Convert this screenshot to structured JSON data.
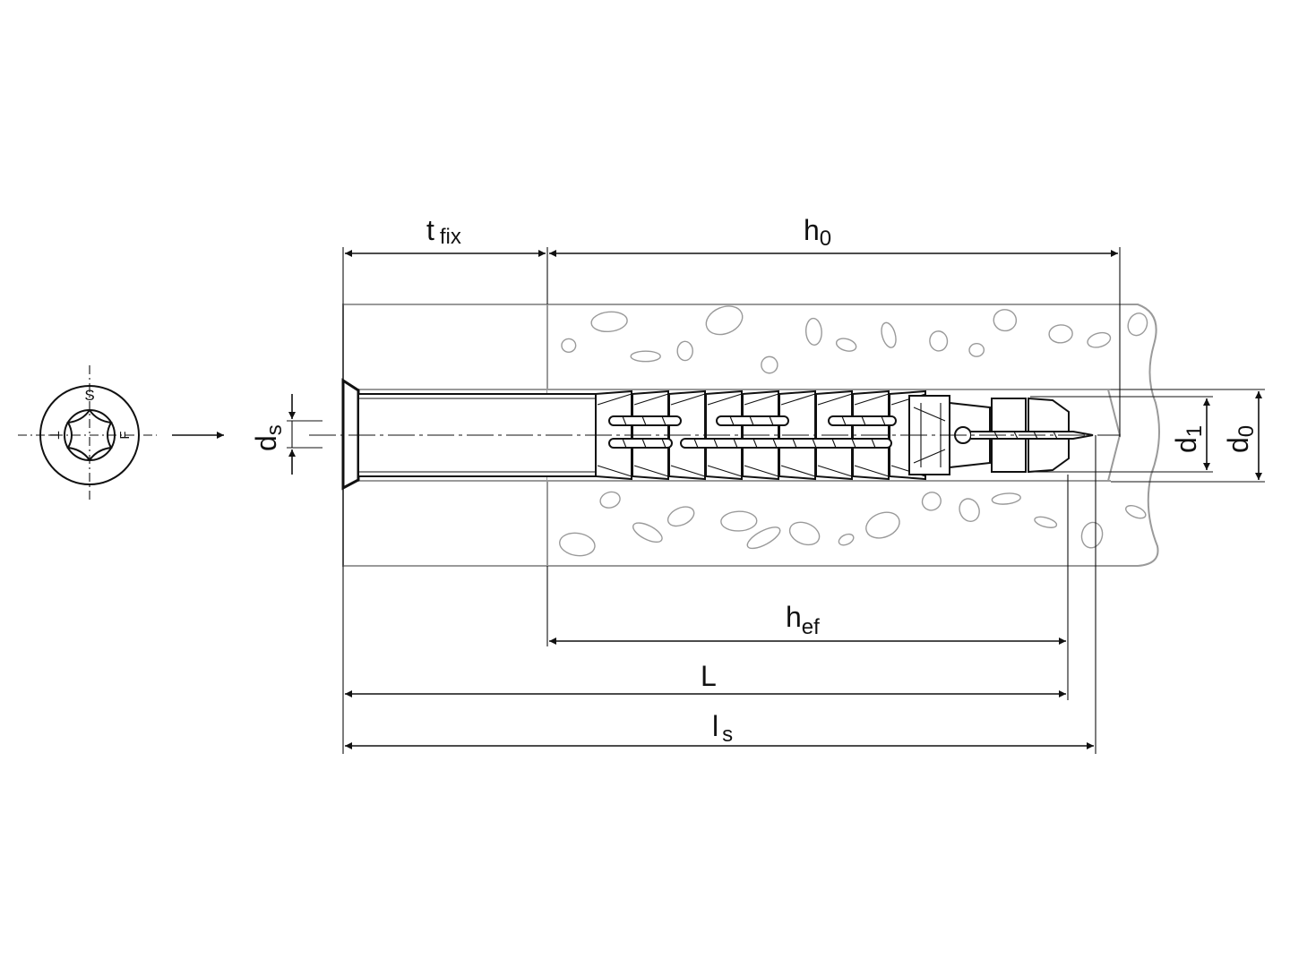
{
  "labels": {
    "t": "t",
    "t_sub": "fix",
    "h": "h",
    "h_sub": "0",
    "hef": "h",
    "hef_sub": "ef",
    "L": "L",
    "ls": "l",
    "ls_sub": "s",
    "ds": "d",
    "ds_sub": "s",
    "d1": "d",
    "d1_sub": "1",
    "d0": "d",
    "d0_sub": "0"
  },
  "head_view": {
    "top": "S",
    "left": "T",
    "right": "F"
  },
  "colors": {
    "line": "#111111",
    "substrate": "#9a9a9a"
  }
}
